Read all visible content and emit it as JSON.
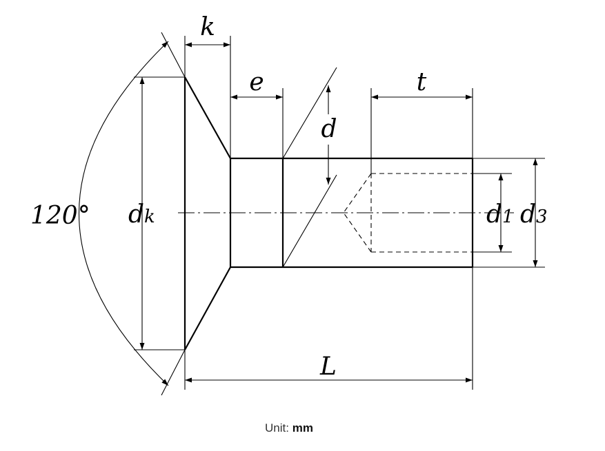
{
  "diagram": {
    "labels": {
      "k": "k",
      "e": "e",
      "d": "d",
      "t": "t",
      "dk_main": "d",
      "dk_sub": "k",
      "d1_main": "d",
      "d1_sub": "1",
      "d3_main": "d",
      "d3_sub": "3",
      "angle": "120°",
      "L": "L"
    }
  },
  "footer": {
    "unit_label": "Unit:",
    "unit_value": "mm"
  }
}
